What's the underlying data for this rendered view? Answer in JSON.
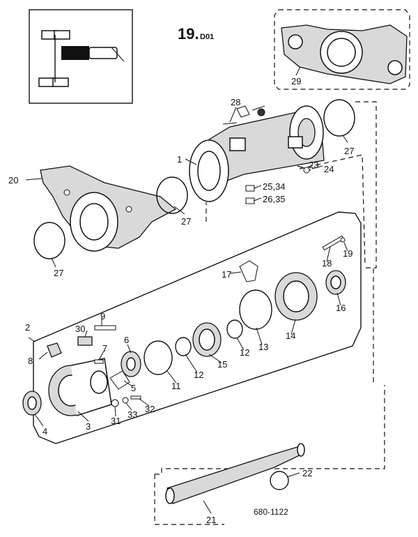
{
  "diagram": {
    "title": "19.",
    "title_suffix": "D01",
    "reference_number": "680-1122",
    "callouts": {
      "c1": "1",
      "c2": "2",
      "c3": "3",
      "c4": "4",
      "c5": "5",
      "c6": "6",
      "c7": "7",
      "c8": "8",
      "c9": "9",
      "c11": "11",
      "c12a": "12",
      "c12b": "12",
      "c13": "13",
      "c14": "14",
      "c15": "15",
      "c16": "16",
      "c17": "17",
      "c18": "18",
      "c19": "19",
      "c20": "20",
      "c21": "21",
      "c22": "22",
      "c23": "23",
      "c24": "24",
      "c25": "25,34",
      "c26": "26,35",
      "c27a": "27",
      "c27b": "27",
      "c27c": "27",
      "c28": "28",
      "c29": "29",
      "c30": "30",
      "c31": "31",
      "c32": "32",
      "c33": "33"
    }
  }
}
